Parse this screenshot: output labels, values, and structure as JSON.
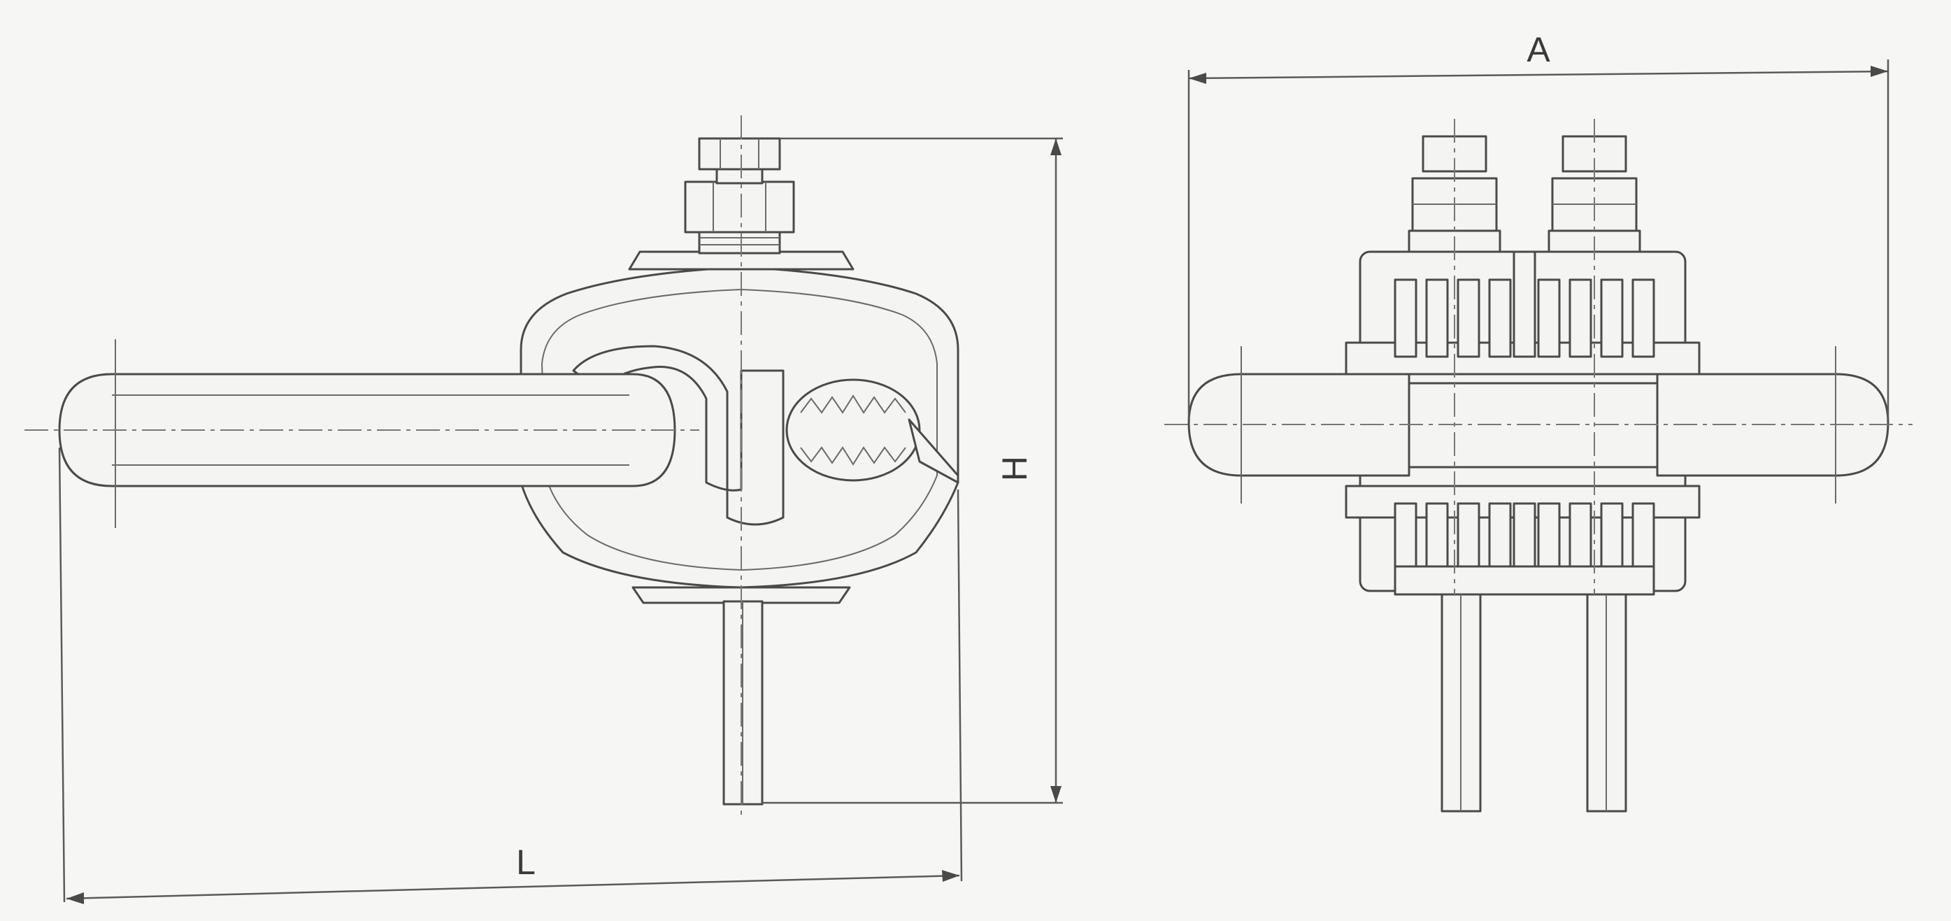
{
  "dimensions": {
    "length_label": "L",
    "height_label": "H",
    "width_label": "A"
  },
  "colors": {
    "background": "#f6f6f4",
    "line": "#4a4a4a"
  }
}
